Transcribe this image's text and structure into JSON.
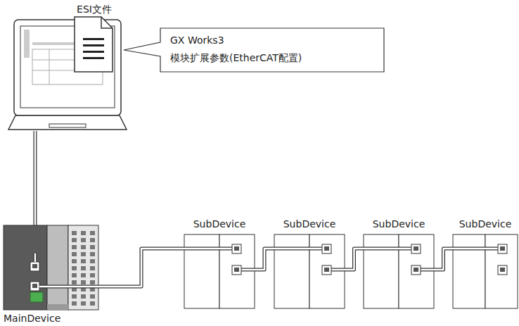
{
  "diagram": {
    "nodes": [
      {
        "text": [
          "GX Works3",
          "模块扩展参数(EtherCAT配置)"
        ]
      },
      {
        "text": [
          "MainDevice"
        ]
      },
      {
        "text": [
          "SubDevice"
        ]
      },
      {
        "text": [
          "SubDevice"
        ]
      },
      {
        "text": [
          "SubDevice"
        ]
      },
      {
        "text": [
          "SubDevice"
        ]
      }
    ],
    "edges": [
      {
        "from": 1,
        "to": 2,
        "arrow": "none"
      },
      {
        "from": 2,
        "to": 3,
        "arrow": "none"
      },
      {
        "from": 3,
        "to": 4,
        "arrow": "none"
      },
      {
        "from": 4,
        "to": 5,
        "arrow": "none"
      }
    ],
    "labels": [
      "ESI文件"
    ]
  }
}
